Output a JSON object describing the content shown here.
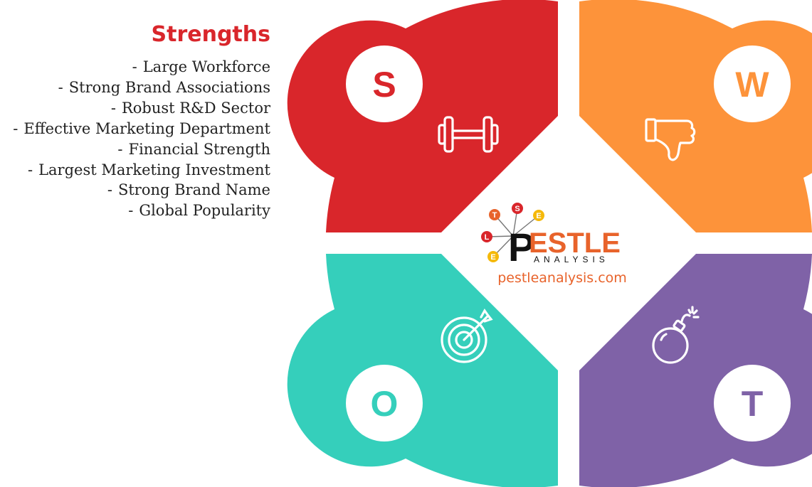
{
  "panel": {
    "title": "Strengths",
    "items": [
      "Large Workforce",
      "Strong Brand Associations",
      "Robust R&D Sector",
      "Effective Marketing Department",
      "Financial Strength",
      "Largest Marketing Investment",
      "Strong Brand Name",
      "Global Popularity"
    ],
    "bullet": "-"
  },
  "quadrants": [
    {
      "letter": "S",
      "color": "#d9262b",
      "icon": "dumbbell-icon"
    },
    {
      "letter": "W",
      "color": "#fd933a",
      "icon": "thumbs-down-icon"
    },
    {
      "letter": "O",
      "color": "#35cfbb",
      "icon": "target-arrow-icon"
    },
    {
      "letter": "T",
      "color": "#7f62a7",
      "icon": "bomb-icon"
    }
  ],
  "logo": {
    "word": "PESTLE",
    "first_letter": "P",
    "rest": "ESTLE",
    "sub": "ANALYSIS",
    "url": "pestleanalysis.com",
    "orbit": [
      "T",
      "S",
      "E",
      "L",
      "E"
    ],
    "orbit_colors": [
      "#e8632b",
      "#d9262b",
      "#f5b90a",
      "#d9262b",
      "#f5b90a"
    ],
    "accent": "#e8632b"
  }
}
